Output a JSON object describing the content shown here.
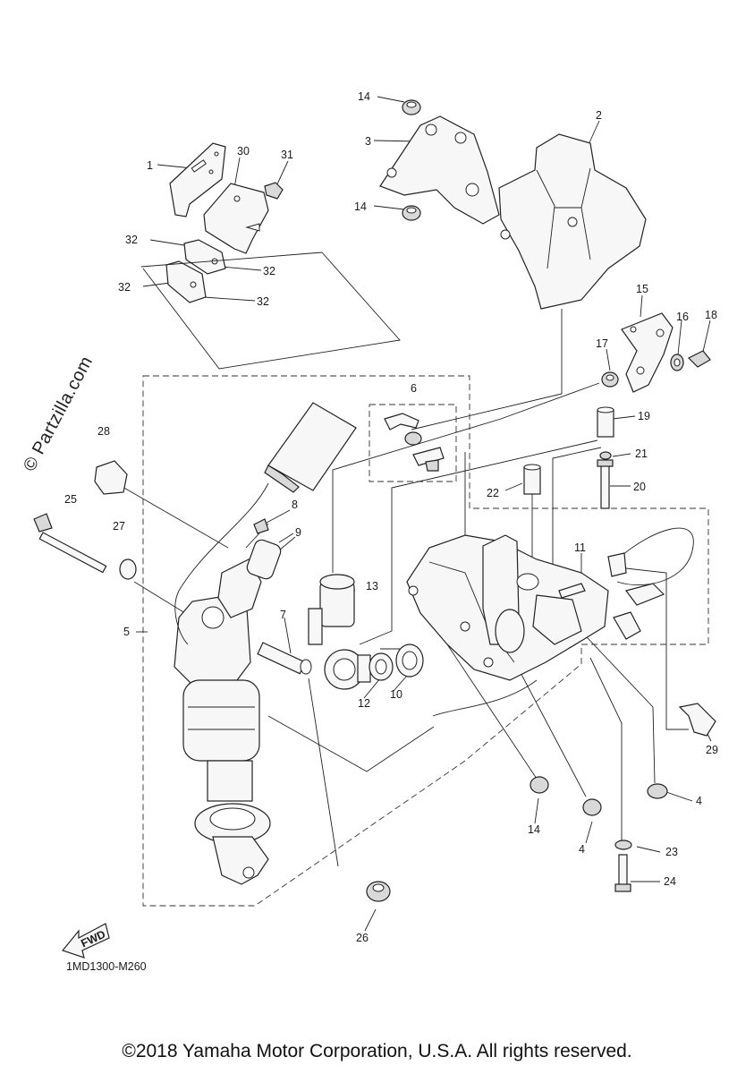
{
  "watermark": "© Partzilla.com",
  "diagram_code": "1MD1300-M260",
  "copyright": "©2018 Yamaha Motor Corporation, U.S.A. All rights reserved.",
  "fwd_label": "FWD",
  "callouts": [
    {
      "id": "c1",
      "label": "1"
    },
    {
      "id": "c2",
      "label": "2"
    },
    {
      "id": "c3",
      "label": "3"
    },
    {
      "id": "c4a",
      "label": "4"
    },
    {
      "id": "c4b",
      "label": "4"
    },
    {
      "id": "c5",
      "label": "5"
    },
    {
      "id": "c6",
      "label": "6"
    },
    {
      "id": "c7",
      "label": "7"
    },
    {
      "id": "c8",
      "label": "8"
    },
    {
      "id": "c9",
      "label": "9"
    },
    {
      "id": "c10",
      "label": "10"
    },
    {
      "id": "c11",
      "label": "11"
    },
    {
      "id": "c12",
      "label": "12"
    },
    {
      "id": "c13",
      "label": "13"
    },
    {
      "id": "c14a",
      "label": "14"
    },
    {
      "id": "c14b",
      "label": "14"
    },
    {
      "id": "c14c",
      "label": "14"
    },
    {
      "id": "c15",
      "label": "15"
    },
    {
      "id": "c16",
      "label": "16"
    },
    {
      "id": "c17",
      "label": "17"
    },
    {
      "id": "c18",
      "label": "18"
    },
    {
      "id": "c19",
      "label": "19"
    },
    {
      "id": "c20",
      "label": "20"
    },
    {
      "id": "c21",
      "label": "21"
    },
    {
      "id": "c22",
      "label": "22"
    },
    {
      "id": "c23",
      "label": "23"
    },
    {
      "id": "c24",
      "label": "24"
    },
    {
      "id": "c25",
      "label": "25"
    },
    {
      "id": "c26",
      "label": "26"
    },
    {
      "id": "c27",
      "label": "27"
    },
    {
      "id": "c28",
      "label": "28"
    },
    {
      "id": "c29",
      "label": "29"
    },
    {
      "id": "c30",
      "label": "30"
    },
    {
      "id": "c31",
      "label": "31"
    },
    {
      "id": "c32a",
      "label": "32"
    },
    {
      "id": "c32b",
      "label": "32"
    },
    {
      "id": "c32c",
      "label": "32"
    },
    {
      "id": "c32d",
      "label": "32"
    }
  ]
}
